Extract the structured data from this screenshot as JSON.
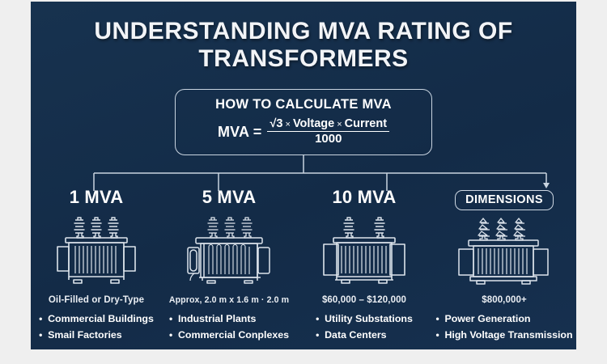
{
  "colors": {
    "panel_bg": "#16304f",
    "page_bg": "#efefef",
    "line": "#c9d4e0",
    "text": "#ffffff"
  },
  "title": {
    "line1": "UNDERSTANDING MVA RATING OF",
    "line2": "TRANSFORMERS"
  },
  "formula": {
    "heading": "HOW TO CALCULATE MVA",
    "lhs": "MVA =",
    "numerator_root": "√3",
    "numerator_times1": "×",
    "numerator_voltage": "Voltage",
    "numerator_times2": "×",
    "numerator_current": "Current",
    "denominator": "1000"
  },
  "columns": [
    {
      "heading": "1 MVA",
      "icon": "transformer-icon",
      "bushings": 3,
      "subtitle": "Oil-Filled or Dry-Type",
      "bullets": [
        "Commercial Buildings",
        "Smail Factories"
      ]
    },
    {
      "heading": "5 MVA",
      "icon": "transformer-icon",
      "bushings": 3,
      "subtitle": "Approx, 2.0 m x 1.6 m · 2.0 m",
      "bullets": [
        "Industrial Plants",
        "Commercial Conplexes"
      ]
    },
    {
      "heading": "10 MVA",
      "icon": "transformer-icon",
      "bushings": 2,
      "subtitle": "$60,000 – $120,000",
      "bullets": [
        "Utility Substations",
        "Data Centers"
      ]
    },
    {
      "heading": "DIMENSIONS",
      "icon": "transformer-icon",
      "bushings": 3,
      "subtitle": "$800,000+",
      "bullets": [
        "Power Generation",
        "High Voltage Transmission"
      ]
    }
  ]
}
